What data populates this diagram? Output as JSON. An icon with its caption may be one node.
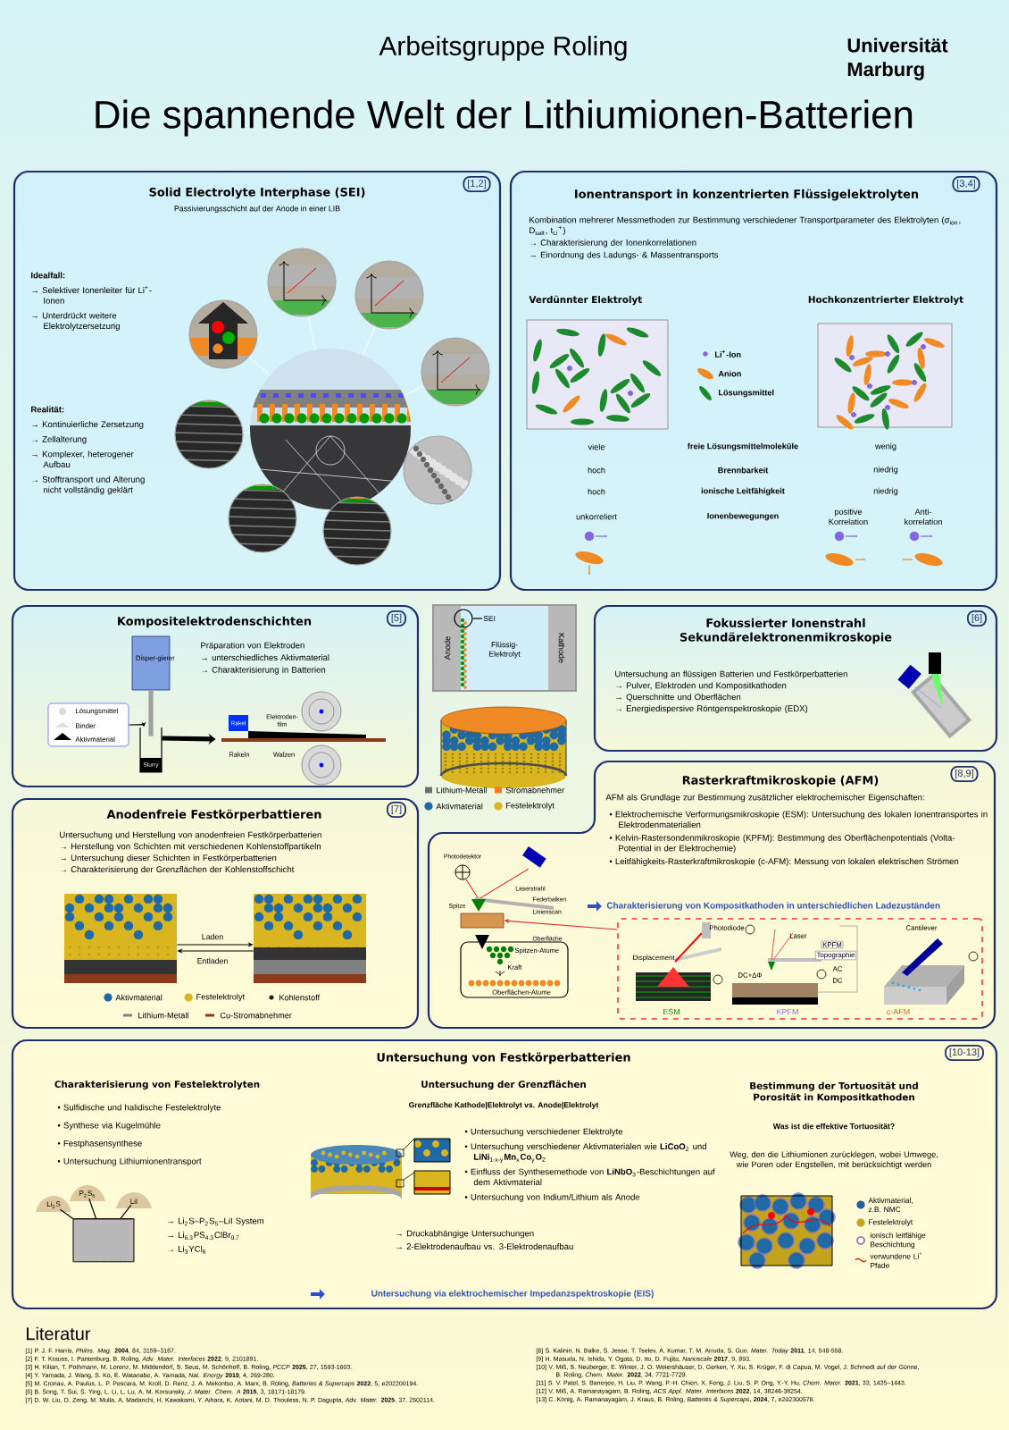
{
  "diagram": {
    "title": "Die spannende Welt der Lithiumionen-Batterien",
    "nodes": [
      {
        "text": [
          "Solid Electrolyte Interphase (SEI)",
          "Passivierungsschicht auf der Anode in einer LIB",
          "Idealfall:",
          "→ Selektiver Ionenleiter für Li$^{+}$-Ionen",
          "→ Unterdrückt weitere Elektrolytzersetzung",
          "Realität:",
          "→ Kontinuierliche Zersetzung",
          "→ Zellalterung",
          "→ Komplexer, heterogener Aufbau",
          "→ Stofftransport und Alterung nicht vollständig geklärt"
        ]
      },
      {
        "text": [
          "[1,2]"
        ],
        "in": 0
      },
      {
        "text": [
          "Ionentransport in konzentrierten Flüssigelektrolyten",
          "Kombination mehrerer Messmethoden zur Bestimmung verschiedener Transportparameter des Elektrolyten (σ$_{ion}$, D$_{salt}$, t$_{Li}$$^{+}$)",
          "→ Charakterisierung der Ionenkorrelationen",
          "→ Einordnung des Ladungs- & Massentransports",
          "Verdünnter Elektrolyt",
          "Hochkonzentrierter Elektrolyt"
        ]
      },
      {
        "text": [
          "[3,4]"
        ],
        "in": 2
      },
      {
        "text": [
          "Kompositelektrodenschichten",
          "Präparation von Elektroden",
          "→ unterschiedliches Aktivmaterial",
          "→ Charakterisierung in Batterien"
        ]
      },
      {
        "text": [
          "[5]"
        ],
        "in": 4
      },
      {
        "text": [
          "Disper-gierer"
        ],
        "in": 4
      },
      {
        "text": [
          "Lösungsmittel",
          "Binder",
          "Aktivmaterial"
        ],
        "in": 4
      },
      {
        "text": [
          "Slurry"
        ],
        "in": 4
      },
      {
        "text": [
          "Rakel"
        ],
        "in": 4
      },
      {
        "text": [
          "Anode"
        ]
      },
      {
        "text": [
          "Flüssig-Elektrolyt"
        ]
      },
      {
        "text": [
          "Kathode"
        ]
      },
      {
        "text": [
          "SEI"
        ],
        "in": 11
      },
      {
        "text": [],
        "shape": "circle"
      },
      {
        "text": [
          "Fokussierter Ionenstrahl Sekundärelektronenmikroskopie",
          "Untersuchung an flüssigen Batterien und Festkörperbatterien",
          "→ Pulver, Elektroden und Kompositkathoden",
          "→ Querschnitte und Oberflächen",
          "→ Energiedispersive Röntgenspektroskopie (EDX)"
        ]
      },
      {
        "text": [
          "[6]"
        ],
        "in": 15
      },
      {
        "text": [
          "Anodenfreie Festkörperbattieren",
          "Untersuchung und Herstellung von anodenfreien Festkörperbatterien",
          "→ Herstellung von Schichten mit verschiedenen Kohlenstoffpartikeln",
          "→ Untersuchung dieser Schichten in Festkörperbatterien",
          "→ Charakterisierung der Grenzflächen der Kohlenstoffschicht"
        ]
      },
      {
        "text": [
          "[7]"
        ],
        "in": 17
      },
      {
        "text": [],
        "shape": "picture",
        "in": 17
      },
      {
        "text": [],
        "shape": "picture",
        "in": 17
      },
      {
        "text": [
          "Rasterkraftmikroskopie (AFM)",
          "AFM als Grundlage zur Bestimmung zusätzlicher elektrochemischer Eigenschaften:",
          "• Elektrochemische Verformungsmikroskopie (ESM): Untersuchung des lokalen Ionentransportes in Elektrodenmaterialien",
          "• Kelvin-Rastersondenmikroskopie (KPFM): Bestimmung des Oberflächenpotentials (Volta-Potential in der Elektrochemie)",
          "• Leitfähigkeits-Rasterkraftmikroskopie (c-AFM): Messung von lokalen elektrischen Strömen",
          "Charakterisierung von Kompositkathoden in unterschiedlichen Ladezuständen"
        ]
      },
      {
        "text": [
          "[8,9]"
        ],
        "in": 21
      },
      {
        "text": [
          "Spitzen-Atome",
          "Kraft",
          "Oberflächen-Atome"
        ],
        "in": 21
      },
      {
        "text": [],
        "shape": "box",
        "in": 21
      },
      {
        "text": [
          "ESM",
          "KPFM",
          "c-AFM"
        ],
        "in": 21
      },
      {
        "text": [
          "Untersuchung von Festkörperbatterien",
          "Charakterisierung von Festelektrolyten",
          "• Sulfidische und halidische Festelektrolyte",
          "• Synthese via Kugelmühle",
          "• Festphasensynthese",
          "• Untersuchung Lithiumionentransport",
          "→ Li$_{2}$S–P$_{2}$S$_{5}$–LiI System",
          "→ Li$_{6.3}$PS$_{4.3}$ClBr$_{0.7}$",
          "→ Li$_{3}$YCl$_{6}$",
          "Untersuchung der Grenzflächen",
          "Grenzfläche Kathode|Elektrolyt vs. Anode|Elektrolyt",
          "• Untersuchung verschiedener Elektrolyte",
          "• Untersuchung verschiedener Aktivmaterialen wie **LiCoO**$_{2}$ und **LiNi**$_{1-x-y}$**Mn**$_{x}$**Co**$_{y}$**O**$_{2}$",
          "• Einfluss der Synthesemethode von **LiNbO**$_{3}$-Beschichtungen auf dem Aktivmaterial",
          "• Untersuchung von Indium/Lithium als Anode",
          "→ Druckabhängige Untersuchungen",
          "→ 2-Elektrodenaufbau vs. 3-Elektrodenaufbau",
          "Bestimmung der Tortuosität und Porosität in Kompositkathoden",
          "Was ist die effektive Tortuosität?",
          "Weg, den die Lithiumionen zurücklegen, wobei Umwege, wie Poren oder Engstellen, mit berücksichtigt werden",
          "Untersuchung via elektrochemischer Impedanzspektroskopie (EIS)"
        ]
      },
      {
        "text": [
          "[10-13]"
        ],
        "in": 26
      },
      {
        "text": [
          "Li$_{2}$S"
        ],
        "in": 26
      },
      {
        "text": [
          "P$_{2}$S$_{5}$"
        ],
        "in": 26
      },
      {
        "text": [
          "LiI"
        ],
        "in": 26
      },
      {
        "text": [],
        "shape": "cylinder",
        "in": 26
      }
    ],
    "edges": [
      {
        "from": 7,
        "to": 8,
        "arrow": "to"
      },
      {
        "from": 8,
        "to": 9,
        "arrow": "to",
        "style": "thick"
      },
      {
        "from": 19,
        "to": 20,
        "arrow": "to",
        "label": "Laden"
      },
      {
        "from": 20,
        "to": 19,
        "arrow": "to",
        "label": "Entladen"
      },
      {
        "from": 13,
        "to": 14,
        "arrow": "none"
      },
      {
        "from": 25,
        "to": 24,
        "arrow": "to",
        "color": "#e03030"
      },
      {
        "from": 28,
        "to": 31,
        "arrow": "none"
      },
      {
        "from": 29,
        "to": 31,
        "arrow": "none"
      },
      {
        "from": 30,
        "to": 31,
        "arrow": "none"
      },
      {
        "from": 6,
        "to": 8,
        "arrow": "none",
        "style": "thick",
        "color": "#a0a0a0"
      }
    ],
    "labels": [
      "Arbeitsgruppe Roling",
      "Universität Marburg",
      "viele",
      "freie Lösungsmittelmoleküle",
      "wenig",
      "hoch",
      "Brennbarkeit",
      "niedrig",
      "hoch",
      "ionische Leitfähigkeit",
      "niedrig",
      "unkorreliert",
      "Ionenbewegungen",
      "positive Korrelation",
      "Anti-korrelation",
      "Elektroden-film",
      "Rakeln",
      "Walzen",
      "Photodetektor",
      "Laserstrahl",
      "Spitze",
      "Federbalken",
      "Linienscan",
      "Oberfläche",
      "Displacement",
      "Photodiode",
      "Laser",
      "KPFM",
      "Topographie",
      "DC+ΔΦ",
      "AC",
      "DC",
      "Cantilever",
      "Literatur",
      "[1] P. J. F. Harris, *Philos. Mag.* **2004**, 84, 3159–3167.",
      "[2] F. T. Krauss, I. Pantenburg, B. Roling, *Adv. Mater. Interfaces* **2022**, 9, 2101891.",
      "[3] H. Kilian, T. Pothmann, M. Lorenz, M. Middendorf, S. Seus, M. Schönhoff, B. Roling, *PCCP* **2025**, 27, 1593-1603.",
      "[4] Y. Yamada, J. Wang, S. Ko, E. Watanabe, A. Yamada, *Nat. Energy* **2019**, 4, 269-280.",
      "[5] M. Cronau, A. Paulus, L. P. Pescara, M. Kroll, D. Renz, J. A. Mekontso, A. Marx, B. Roling, *Batteries & Supercaps* **2022**, 5, e202200194.",
      "[6] B. Song, T. Sui, S. Ying, L. Li, L. Lu, A. M. Korsunsky, *J. Mater. Chem. A* **2015**, 3, 18171-18179.",
      "[7] D. W. Liu, D. Zeng, M. Mulla, A. Madanchi, H. Kawakami, Y. Aihara, K. Aotani, M. D. Thouless, N. P. Dagupta, *Adv. Mater.* **2025**, 37, 2502114.",
      "[8] S. Kalinin, N. Balke, S. Jesse, T. Tselev, A. Kumar, T. M. Arruda, S. Guo, *Mater. Today* **2011**, 14, 548-558.",
      "[9] H. Masuda, N. Ishida, Y. Ogata, D. Ito, D. Fujita, *Nanoscale* **2017**, 9, 893.",
      "[10] V. Miß, S. Neuberger, E. Winter, J. O. Weiershäuser, D. Gerken, Y. Xu, S. Krüger, F. di Capua, M. Vogel, J. Schmedt auf der Günne, B. Roling, *Chem. Mater.* **2022**, 34, 7721-7729.",
      "[11] S. V. Patel, S. Banerjee, H. Liu, P. Wang, P.-H. Chien, X. Feng, J. Liu, S. P. Ong, Y.-Y. Hu, *Chem. Mater.* **2021**, 33, 1435–1443.",
      "[12] V. Miß, A. Ramanayagam, B. Roling, *ACS Appl. Mater. Interfaces* **2022**, 14, 38246-38254.",
      "[13] C. König, A. Ramanayagam, J. Kraus, B. Roling, *Batteries & Supercaps*, **2024**, 7, e202300578."
    ],
    "legend": [
      {
        "text": "Li$^{+}$-Ion"
      },
      {
        "text": "Anion"
      },
      {
        "text": "Lösungsmittel"
      },
      {
        "text": "Lithium-Metall",
        "color": "#707070"
      },
      {
        "text": "Stromabnehmer",
        "color": "#f07a22"
      },
      {
        "text": "Aktivmaterial",
        "color": "#1f6aa5"
      },
      {
        "text": "Festelektrolyt",
        "color": "#d9b520"
      },
      {
        "text": "Aktivmaterial",
        "color": "#1f6aa5"
      },
      {
        "text": "Festelektrolyt",
        "color": "#d9b520"
      },
      {
        "text": "Kohlenstoff",
        "color": "#1a1a1a"
      },
      {
        "text": "Lithium-Metall"
      },
      {
        "text": "Cu-Stromabnehmer"
      },
      {
        "text": "Aktivmaterial, z.B. NMC",
        "color": "#1d5fa0"
      },
      {
        "text": "Festelektrolyt",
        "color": "#c9a21e"
      },
      {
        "text": "ionisch leitfähige Beschichtung"
      },
      {
        "text": "verwundene Li$^{+}$ Pfade"
      }
    ]
  }
}
